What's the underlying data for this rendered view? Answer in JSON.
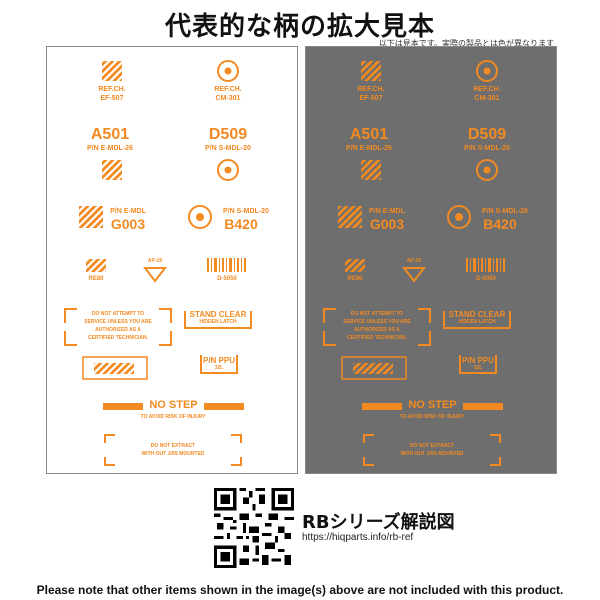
{
  "header": {
    "title": "代表的な柄の拡大見本",
    "note": "以下は見本です。実際の製品とは色が異なります"
  },
  "decal": {
    "accent_color": "#f28a22",
    "panel_colors": [
      "#ffffff",
      "#6e6e6e"
    ],
    "ref_ef": "REF.CH.",
    "ref_ef_code": "EF-507",
    "ref_cm": "REF.CH.",
    "ref_cm_code": "CM-301",
    "a501": "A501",
    "a501_pn": "P/N E-MDL-26",
    "d509": "D509",
    "d509_pn": "P/N S-MDL-20",
    "pn_emdl": "P/N E-MDL",
    "g003": "G003",
    "pn_smdl": "P/N S-MDL-20",
    "b420": "B420",
    "re80": "RE80",
    "ap19": "AP-19",
    "d5050": "D-5050",
    "warn1": "DO NOT ATTEMPT TO",
    "warn2": "SERVICE UNLESS YOU ARE",
    "warn3": "AUTHORIZED AS A",
    "warn4": "CERTIFIED TECHNICIAN.",
    "stand_clear": "STAND CLEAR",
    "hidden_latch": "HIDDEN LATCH",
    "pn_ppu": "P/N PPU",
    "ppu_code": "32L",
    "no_step": "NO STEP",
    "avoid_injury": "TO AVOID RISK OF INJURY",
    "extract1": "DO NOT EXTRACT",
    "extract2": "WITH OUT J/0S MOUNTED"
  },
  "info": {
    "series_label": "RBシリーズ解説図",
    "url": "https://hiqparts.info/rb-ref"
  },
  "footer": {
    "notice": "Please note that other items shown in the image(s) above are not included with this product."
  }
}
